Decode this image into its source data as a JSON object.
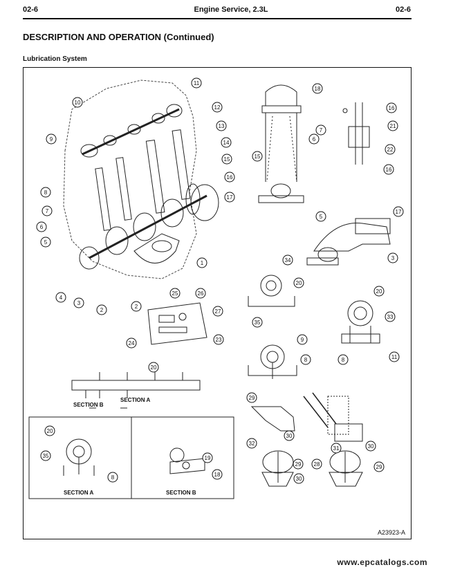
{
  "header": {
    "left": "02-6",
    "center": "Engine Service, 2.3L",
    "right": "02-6"
  },
  "section_title": "DESCRIPTION AND OPERATION (Continued)",
  "figure_caption": "Lubrication System",
  "figure": {
    "id": "A23923-A",
    "labels": {
      "section_a": "SECTION A",
      "section_b": "SECTION B",
      "inset_a": "SECTION A",
      "inset_b": "SECTION B"
    },
    "callouts": {
      "main": [
        "11",
        "10",
        "12",
        "13",
        "9",
        "14",
        "15",
        "16",
        "17",
        "8",
        "7",
        "6",
        "5",
        "1",
        "4",
        "3",
        "2"
      ],
      "block": [
        "2",
        "25",
        "26",
        "27",
        "24",
        "23"
      ],
      "crank": [
        "20"
      ],
      "upper_right": [
        "18",
        "7",
        "6",
        "15",
        "16",
        "21",
        "22",
        "16"
      ],
      "rocker": [
        "5",
        "17",
        "3"
      ],
      "journal": [
        "34",
        "20",
        "35"
      ],
      "bearing": [
        "20",
        "33",
        "8",
        "11"
      ],
      "bore": [
        "9",
        "8"
      ],
      "lower_right": [
        "29",
        "30",
        "32",
        "29",
        "30",
        "31",
        "28",
        "30",
        "29"
      ],
      "inset_a": [
        "20",
        "35",
        "8"
      ],
      "inset_b": [
        "19",
        "18"
      ]
    }
  },
  "watermark": "www.epcatalogs.com"
}
